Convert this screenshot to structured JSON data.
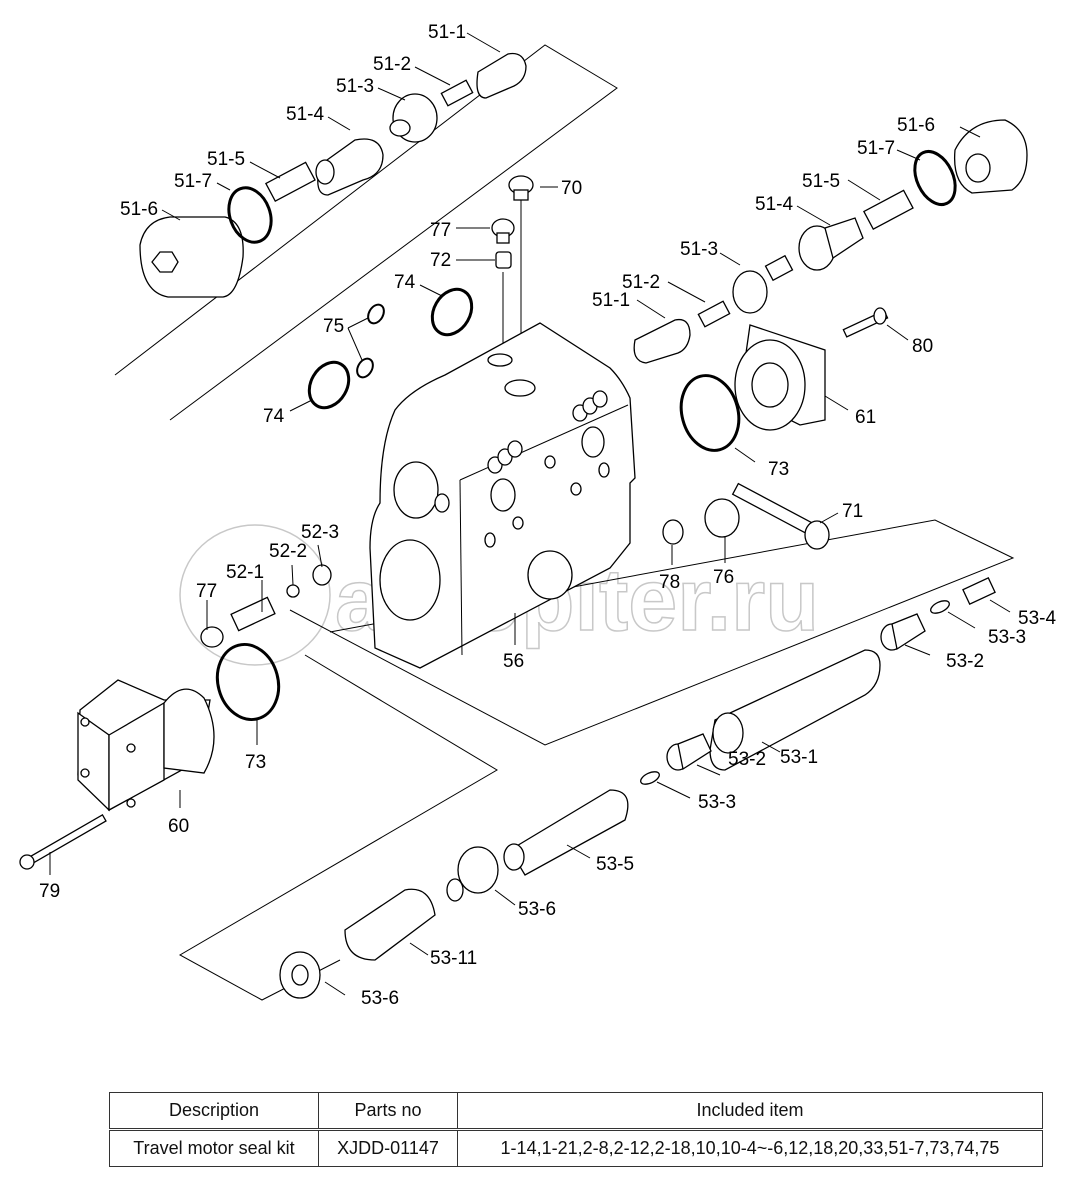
{
  "watermark": "autopiter.ru",
  "labels": {
    "51-1_a": "51-1",
    "51-2_a": "51-2",
    "51-3_a": "51-3",
    "51-4_a": "51-4",
    "51-5_a": "51-5",
    "51-7_a": "51-7",
    "51-6_a": "51-6",
    "51-6_b": "51-6",
    "51-7_b": "51-7",
    "51-5_b": "51-5",
    "51-4_b": "51-4",
    "51-3_b": "51-3",
    "51-2_b": "51-2",
    "51-1_b": "51-1",
    "70": "70",
    "77_a": "77",
    "72": "72",
    "74_a": "74",
    "75": "75",
    "74_b": "74",
    "80": "80",
    "61": "61",
    "73_a": "73",
    "71": "71",
    "78": "78",
    "76": "76",
    "56": "56",
    "52-3": "52-3",
    "52-2": "52-2",
    "52-1": "52-1",
    "77_b": "77",
    "73_b": "73",
    "60": "60",
    "79": "79",
    "53-4": "53-4",
    "53-3_a": "53-3",
    "53-2_a": "53-2",
    "53-1": "53-1",
    "53-2_b": "53-2",
    "53-3_b": "53-3",
    "53-5": "53-5",
    "53-6_a": "53-6",
    "53-11": "53-11",
    "53-6_b": "53-6"
  },
  "table": {
    "headers": [
      "Description",
      "Parts no",
      "Included item"
    ],
    "rows": [
      [
        "Travel motor seal kit",
        "XJDD-01147",
        "1-14,1-21,2-8,2-12,2-18,10,10-4~-6,12,18,20,33,51-7,73,74,75"
      ]
    ]
  }
}
